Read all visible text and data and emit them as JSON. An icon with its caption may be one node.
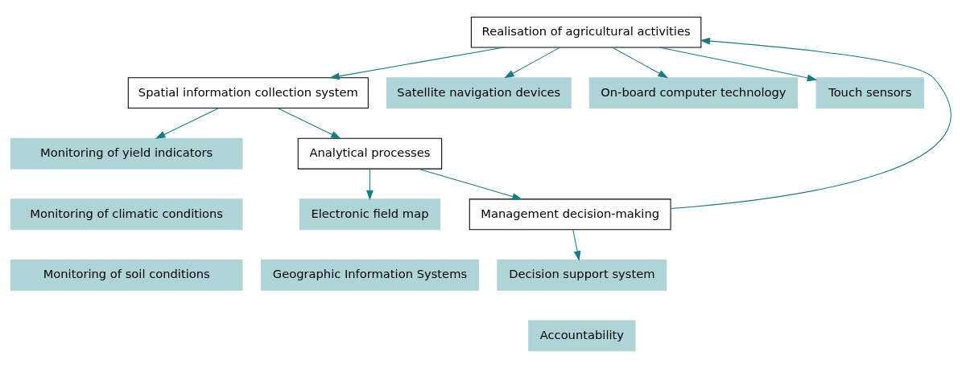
{
  "diagram": {
    "nodes": [
      {
        "text": [
          "Spatial information collection system"
        ]
      },
      {
        "text": [
          "Monitoring of yield indicators"
        ]
      },
      {
        "text": [
          "Monitoring of climatic conditions"
        ]
      },
      {
        "text": [
          "Monitoring of soil conditions"
        ]
      },
      {
        "text": [
          "Realisation of agricultural activities"
        ]
      },
      {
        "text": [
          "Satellite navigation devices"
        ]
      },
      {
        "text": [
          "On-board computer technology"
        ]
      },
      {
        "text": [
          "Touch sensors"
        ]
      },
      {
        "text": [
          "Analytical processes"
        ]
      },
      {
        "text": [
          "Electronic field map"
        ]
      },
      {
        "text": [
          "Geographic Information Systems"
        ]
      },
      {
        "text": [
          "Management decision-making"
        ]
      },
      {
        "text": [
          "Decision support system"
        ]
      },
      {
        "text": [
          "Accountability"
        ]
      }
    ],
    "edges": [
      {
        "from": 4,
        "to": 0,
        "arrow": "to"
      },
      {
        "from": 0,
        "to": 1,
        "arrow": "to"
      },
      {
        "from": 0,
        "to": 8,
        "arrow": "to"
      },
      {
        "from": 4,
        "to": 5,
        "arrow": "to"
      },
      {
        "from": 4,
        "to": 6,
        "arrow": "to"
      },
      {
        "from": 4,
        "to": 7,
        "arrow": "to"
      },
      {
        "from": 8,
        "to": 9,
        "arrow": "to"
      },
      {
        "from": 8,
        "to": 11,
        "arrow": "to"
      },
      {
        "from": 11,
        "to": 4,
        "arrow": "to"
      },
      {
        "from": 11,
        "to": 12,
        "arrow": "to"
      }
    ]
  }
}
